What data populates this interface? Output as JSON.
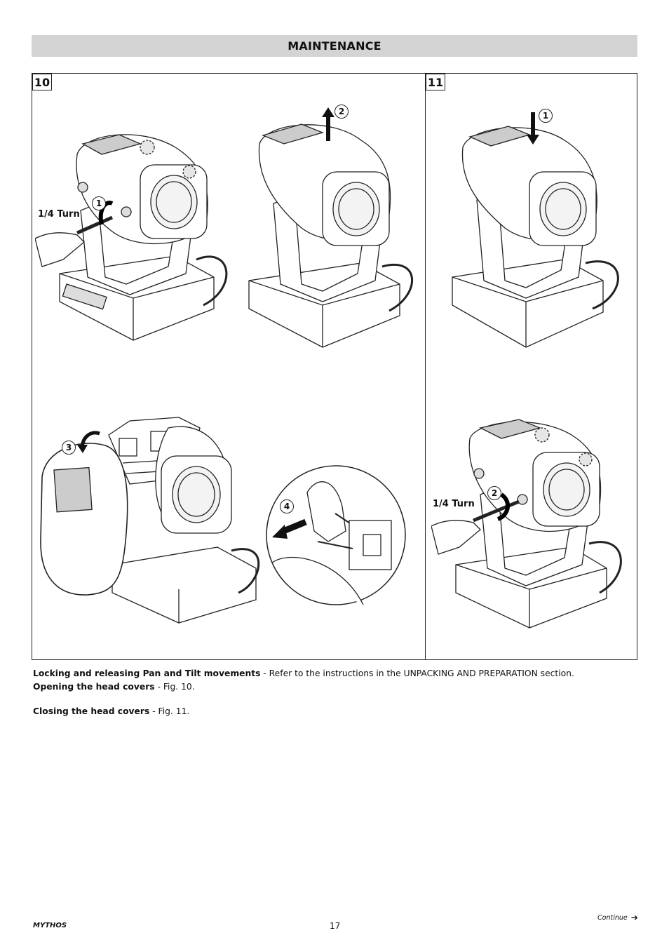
{
  "header": {
    "title": "MAINTENANCE"
  },
  "figures": {
    "fig10": {
      "number": "10",
      "callouts": {
        "step1": "1",
        "step2": "2",
        "step3": "3",
        "step4": "4"
      },
      "turn_label": "1/4 Turn"
    },
    "fig11": {
      "number": "11",
      "callouts": {
        "step1": "1",
        "step2": "2"
      },
      "turn_label": "1/4 Turn"
    }
  },
  "body": {
    "para1": {
      "bold": "Locking and releasing Pan and Tilt movements",
      "rest": " - Refer to the instructions in the UNPACKING AND PREPARATION section."
    },
    "para2": {
      "bold": "Opening the head covers",
      "rest": " - Fig. 10."
    },
    "para3": {
      "bold": "Closing the head covers",
      "rest": " - Fig. 11."
    }
  },
  "footer": {
    "brand": "MYTHOS",
    "page_number": "17",
    "continue_label": "Continue",
    "continue_arrow": "➔"
  }
}
